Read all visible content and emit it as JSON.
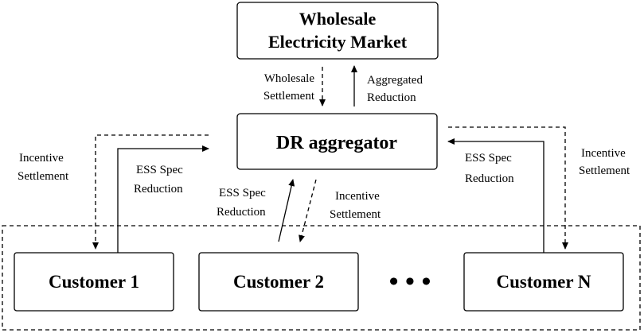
{
  "market": {
    "line1": "Wholesale",
    "line2": "Electricity Market"
  },
  "aggregator": {
    "label": "DR aggregator"
  },
  "customers": {
    "c1": "Customer 1",
    "c2": "Customer 2",
    "cn": "Customer N",
    "ellipsis": "• • •"
  },
  "labels": {
    "wholesale_settlement": [
      "Wholesale",
      "Settlement"
    ],
    "aggregated_reduction": [
      "Aggregated",
      "Reduction"
    ],
    "incentive_settlement_left": [
      "Incentive",
      "Settlement"
    ],
    "ess_reduction_left": [
      "ESS Spec",
      "Reduction"
    ],
    "ess_reduction_mid": [
      "ESS Spec",
      "Reduction"
    ],
    "incentive_settlement_mid": [
      "Incentive",
      "Settlement"
    ],
    "ess_reduction_right": [
      "ESS Spec",
      "Reduction"
    ],
    "incentive_settlement_right": [
      "Incentive",
      "Settlement"
    ]
  }
}
